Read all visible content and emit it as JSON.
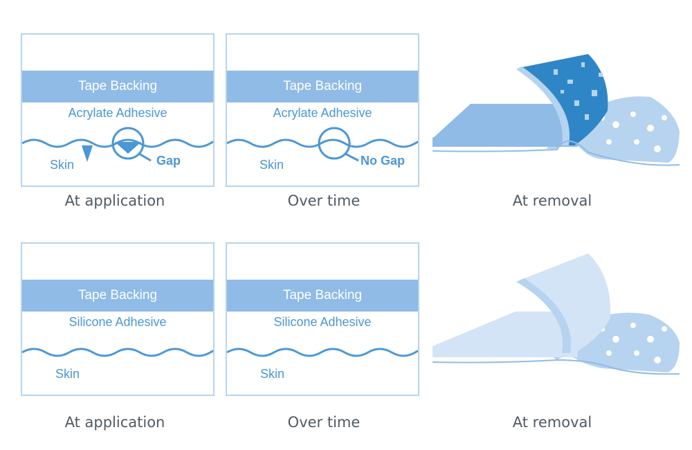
{
  "colors": {
    "border": "#b6d3f0",
    "band": "#8fbbe6",
    "text_blue": "#4a97d6",
    "caption": "#505a62",
    "acrylate_dark": "#2f86c6",
    "silicone_light": "#d3e4f6"
  },
  "rows": [
    {
      "name": "acrylate",
      "panels": [
        {
          "band": "Tape Backing",
          "adhesive": "Acrylate Adhesive",
          "skin": "Skin",
          "callout": "Gap",
          "caption": "At application"
        },
        {
          "band": "Tape Backing",
          "adhesive": "Acrylate Adhesive",
          "skin": "Skin",
          "callout": "No Gap",
          "caption": "Over time"
        }
      ],
      "removal_caption": "At removal"
    },
    {
      "name": "silicone",
      "panels": [
        {
          "band": "Tape Backing",
          "adhesive": "Silicone Adhesive",
          "skin": "Skin",
          "caption": "At application"
        },
        {
          "band": "Tape Backing",
          "adhesive": "Silicone Adhesive",
          "skin": "Skin",
          "caption": "Over time"
        }
      ],
      "removal_caption": "At removal"
    }
  ]
}
